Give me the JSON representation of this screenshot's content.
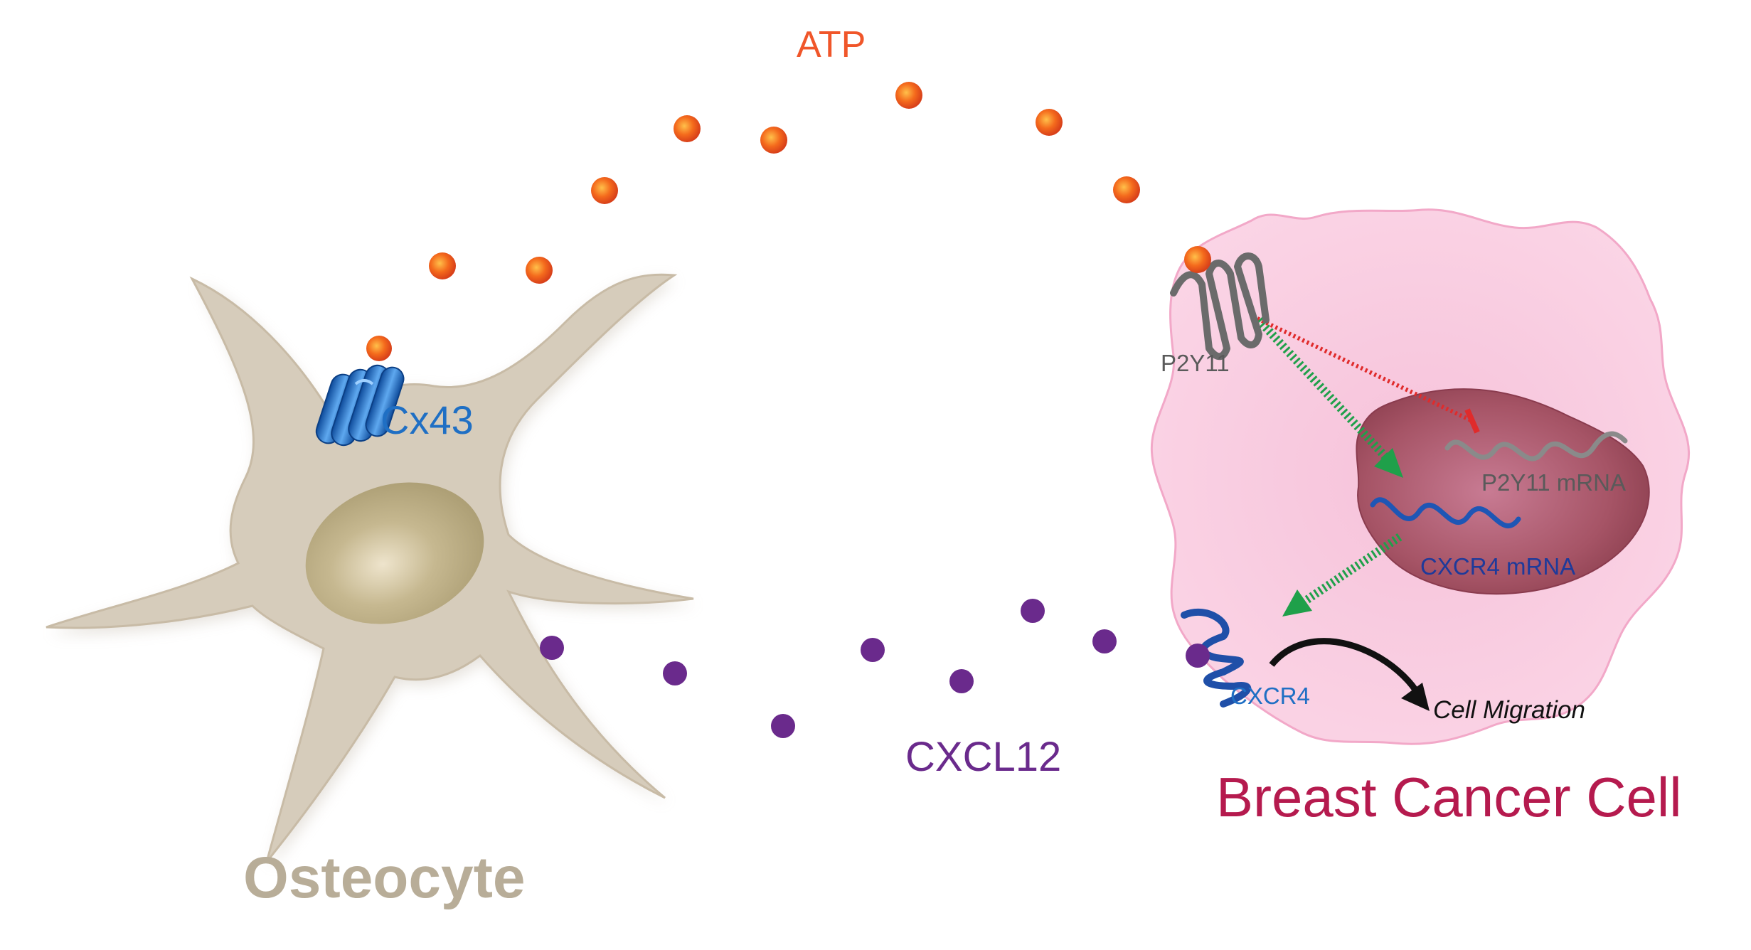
{
  "labels": {
    "atp": "ATP",
    "cx43": "Cx43",
    "p2y11": "P2Y11",
    "p2y11_mrna": "P2Y11 mRNA",
    "cxcr4_mrna": "CXCR4 mRNA",
    "cxcr4": "CXCR4",
    "cell_migration": "Cell Migration",
    "cxcl12": "CXCL12",
    "breast_cancer_cell": "Breast Cancer Cell",
    "osteocyte": "Osteocyte"
  },
  "colors": {
    "atp": "#f0562a",
    "cxcl12": "#6a2a8c",
    "cx43": "#1f6fc4",
    "p2y11": "#6d6d6d",
    "cxcr4": "#1f5bb0",
    "breast_cancer_cell": "#b51a4e",
    "osteocyte": "#b8ad98",
    "cancer_cytoplasm": "#f8c7dc",
    "nucleus": "#a4576a",
    "osteocyte_body": "#d5cab9",
    "osteocyte_nucleus": "#bfb18a",
    "inhibition_arrow": "#e02b2b",
    "activation_arrow": "#1fa04a",
    "migration_arrow": "#111111"
  }
}
